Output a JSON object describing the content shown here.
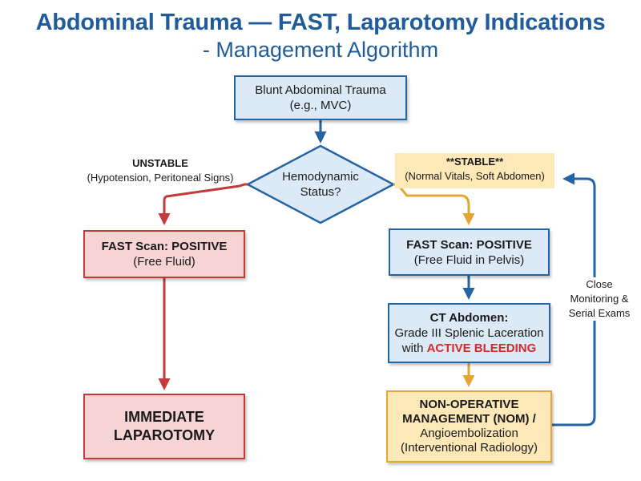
{
  "title": {
    "line1": "Abdominal Trauma — FAST, Laparotomy Indications",
    "line2": "- Management Algorithm"
  },
  "nodes": {
    "start": {
      "line1": "Blunt Abdominal Trauma",
      "line2": "(e.g., MVC)"
    },
    "decision": {
      "line1": "Hemodynamic",
      "line2": "Status?"
    },
    "unstable_label": {
      "line1": "UNSTABLE",
      "line2": "(Hypotension, Peritoneal Signs)"
    },
    "stable_label": {
      "line1": "**STABLE**",
      "line2": "(Normal Vitals, Soft Abdomen)"
    },
    "fast_left": {
      "line1": "FAST Scan: POSITIVE",
      "line2": "(Free Fluid)"
    },
    "laparotomy": {
      "line1": "IMMEDIATE",
      "line2": "LAPAROTOMY"
    },
    "fast_right": {
      "line1": "FAST Scan: POSITIVE",
      "line2": "(Free Fluid in Pelvis)"
    },
    "ct": {
      "line1": "CT Abdomen:",
      "line2": "Grade III Splenic Laceration",
      "line3_prefix": "with ",
      "line3_highlight": "ACTIVE BLEEDING"
    },
    "nom": {
      "line1": "NON-OPERATIVE",
      "line2": "MANAGEMENT (NOM) /",
      "line3": "Angioembolization",
      "line4": "(Interventional Radiology)"
    },
    "monitor": {
      "line1": "Close",
      "line2": "Monitoring &",
      "line3": "Serial Exams"
    }
  },
  "colors": {
    "blue": "#2463a4",
    "red": "#c43a3a",
    "yellow": "#e2a731",
    "title": "#1f5c99",
    "highlight": "#d42a2a"
  }
}
